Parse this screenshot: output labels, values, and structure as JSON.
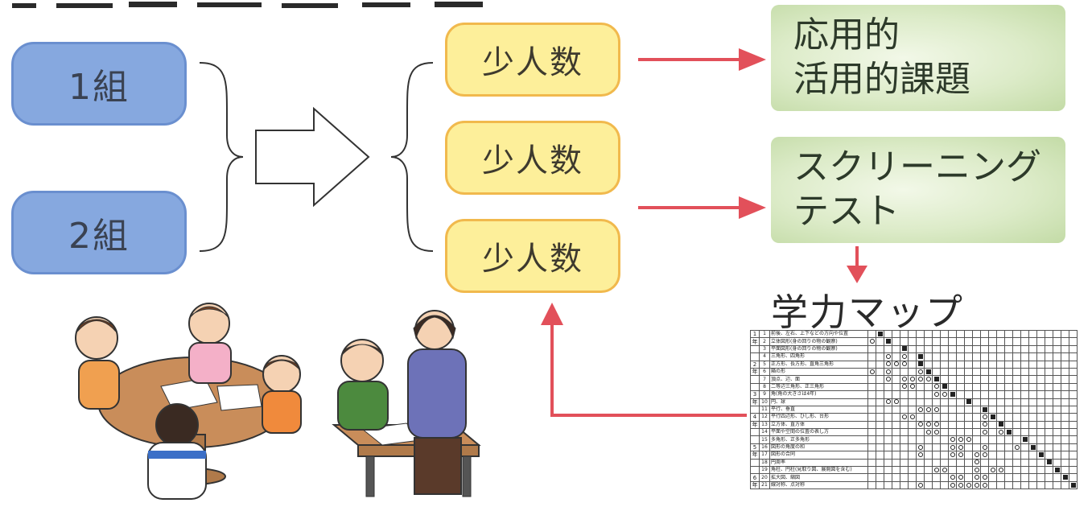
{
  "classes": [
    "1組",
    "2組"
  ],
  "small_groups": [
    "少人数",
    "少人数",
    "少人数"
  ],
  "outcomes": {
    "applied": [
      "応用的",
      "活用的課題"
    ],
    "screening": [
      "スクリーニング",
      "テスト"
    ]
  },
  "map_title": "学力マップ",
  "colors": {
    "class_fill": "#86a8df",
    "small_fill": "#fdef9a",
    "small_border": "#f1b94d",
    "arrow_red": "#e2505a",
    "outcome_green": "#cfe3b6"
  },
  "map_rows": [
    {
      "year": "1",
      "num": "1",
      "name": "前後、左右、上下などの方向や位置",
      "o": [],
      "s": [
        1
      ]
    },
    {
      "year": "年",
      "num": "2",
      "name": "立体図形(身の回りの物の観察)",
      "o": [
        0
      ],
      "s": [
        2
      ]
    },
    {
      "year": "",
      "num": "3",
      "name": "平面図形(身の回りの物の観察)",
      "o": [],
      "s": [
        4
      ]
    },
    {
      "year": "",
      "num": "4",
      "name": "三角形、四角形",
      "o": [
        2,
        4
      ],
      "s": [
        6
      ]
    },
    {
      "year": "2",
      "num": "5",
      "name": "正方形、長方形、直角三角形",
      "o": [
        2,
        3,
        4
      ],
      "s": [
        6
      ]
    },
    {
      "year": "年",
      "num": "6",
      "name": "箱の形",
      "o": [
        0,
        2,
        6
      ],
      "s": [
        7
      ]
    },
    {
      "year": "",
      "num": "7",
      "name": "頂点、辺、面",
      "o": [
        2,
        4,
        5,
        6,
        7
      ],
      "s": [
        8
      ]
    },
    {
      "year": "",
      "num": "8",
      "name": "二等辺三角形、正三角形",
      "o": [
        4,
        5,
        8
      ],
      "s": [
        9
      ]
    },
    {
      "year": "3",
      "num": "9",
      "name": "角(角の大きさは4年)",
      "o": [
        8,
        9
      ],
      "s": [
        10
      ]
    },
    {
      "year": "年",
      "num": "10",
      "name": "円、球",
      "o": [
        2,
        3
      ],
      "s": [
        12
      ]
    },
    {
      "year": "",
      "num": "11",
      "name": "平行、垂直",
      "o": [
        6,
        7,
        8
      ],
      "s": [
        14
      ]
    },
    {
      "year": "4",
      "num": "12",
      "name": "平行四辺形、ひし形、台形",
      "o": [
        4,
        5,
        14
      ],
      "s": [
        15
      ]
    },
    {
      "year": "年",
      "num": "13",
      "name": "立方体、直方体",
      "o": [
        6,
        7,
        8,
        14
      ],
      "s": [
        16
      ]
    },
    {
      "year": "",
      "num": "14",
      "name": "平面や空間の位置の表し方",
      "o": [
        7,
        8,
        14,
        16
      ],
      "s": [
        17
      ]
    },
    {
      "year": "",
      "num": "15",
      "name": "多角形、正多角形",
      "o": [
        10,
        11,
        12
      ],
      "s": [
        19
      ]
    },
    {
      "year": "5",
      "num": "16",
      "name": "図形の角度の和",
      "o": [
        6,
        10,
        11,
        14,
        18
      ],
      "s": [
        20
      ]
    },
    {
      "year": "年",
      "num": "17",
      "name": "図形の合同",
      "o": [
        6,
        10,
        11,
        13,
        14
      ],
      "s": [
        21
      ]
    },
    {
      "year": "",
      "num": "18",
      "name": "円周率",
      "o": [
        13
      ],
      "s": [
        22
      ]
    },
    {
      "year": "",
      "num": "19",
      "name": "角柱、円柱(見取り図、展開図を含む)",
      "o": [
        8,
        9,
        13,
        15,
        16
      ],
      "s": [
        23
      ]
    },
    {
      "year": "6",
      "num": "20",
      "name": "拡大図、縮図",
      "o": [
        10,
        11,
        13,
        14
      ],
      "s": [
        24
      ]
    },
    {
      "year": "年",
      "num": "21",
      "name": "線対称、点対称",
      "o": [
        6,
        10,
        11,
        12,
        13,
        14
      ],
      "s": [
        25
      ]
    }
  ]
}
